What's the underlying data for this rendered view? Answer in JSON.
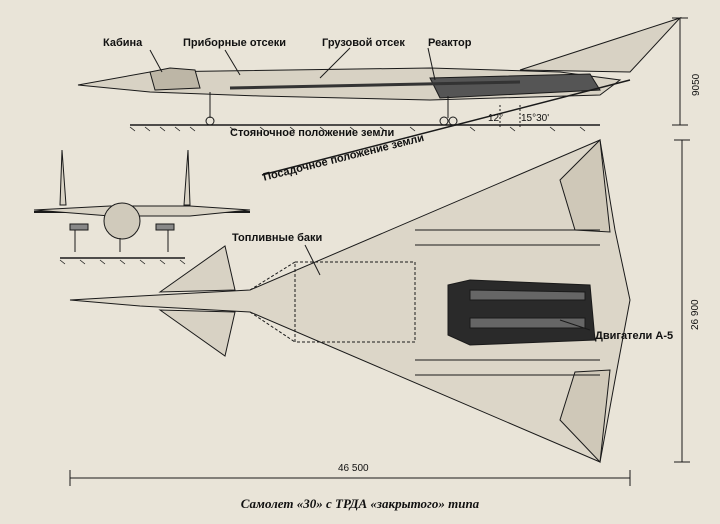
{
  "labels": {
    "cabin": "Кабина",
    "instrument_bays": "Приборные отсеки",
    "cargo_bay": "Грузовой отсек",
    "reactor": "Реактор",
    "ground_parking": "Стояночное положение земли",
    "ground_landing": "Посадочное положение земли",
    "fuel_tanks": "Топливные баки",
    "engines": "Двигатели А-5"
  },
  "dimensions": {
    "height": "9050",
    "span": "26 900",
    "length": "46 500",
    "angle_small": "12°",
    "angle_large": "15°30'"
  },
  "caption": "Самолет «30» с ТРДА «закрытого» типа",
  "colors": {
    "paper": "#e9e4d8",
    "ink": "#1a1a1a",
    "dark": "#2a2a2a"
  }
}
